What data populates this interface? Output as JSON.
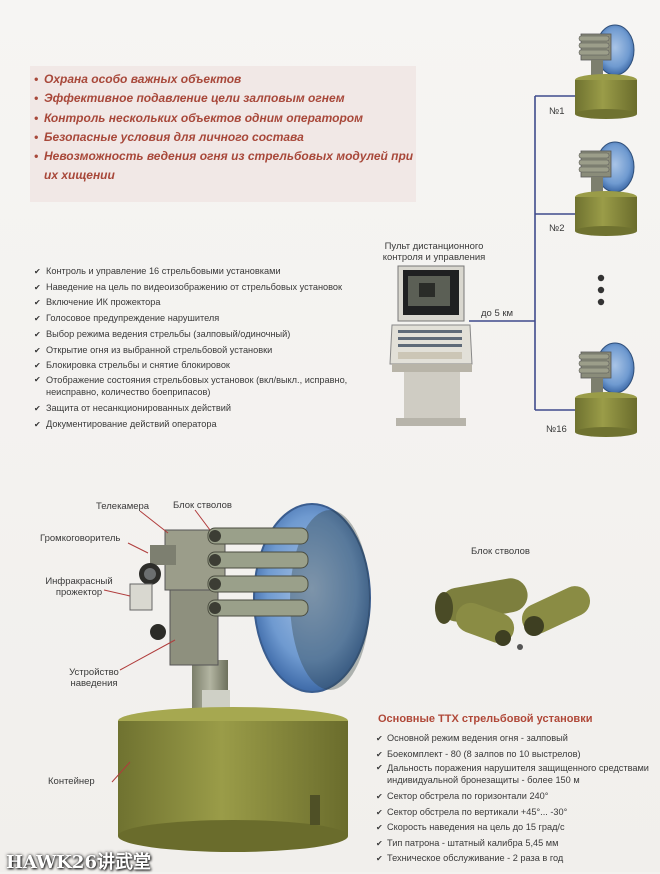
{
  "features": [
    "Охрана особо важных объектов",
    "Эффективное подавление цели залповым огнем",
    "Контроль нескольких объектов одним оператором",
    "Безопасные условия для личного состава",
    "Невозможность ведения огня из стрельбовых модулей при их хищении"
  ],
  "control_functions": [
    "Контроль и управление 16 стрельбовыми установками",
    "Наведение на цель по видеоизображению от стрельбовых установок",
    "Включение ИК прожектора",
    "Голосовое предупреждение нарушителя",
    "Выбор режима ведения стрельбы (залповый/одиночный)",
    "Открытие огня из выбранной стрельбовой установки",
    "Блокировка стрельбы и снятие блокировок",
    "Отображение состояния стрельбовых установок (вкл/выкл., исправно, неисправно, количество боеприпасов)",
    "Защита от несанкционированных действий",
    "Документирование действий оператора"
  ],
  "console": {
    "label": "Пульт дистанционного контроля и управления",
    "range": "до 5 км"
  },
  "units": [
    "№1",
    "№2",
    "№16"
  ],
  "parts": {
    "camera": "Телекамера",
    "barrels": "Блок стволов",
    "speaker": "Громкоговоритель",
    "ir": "Инфракрасный прожектор",
    "guidance": "Устройство наведения",
    "container": "Контейнер",
    "barrel_block": "Блок стволов"
  },
  "specs": {
    "title": "Основные ТТХ стрельбовой установки",
    "items": [
      "Основной режим ведения огня - залповый",
      "Боекомплект - 80 (8 залпов по 10 выстрелов)",
      "Дальность поражения нарушителя защищенного средствами индивидуальной бронезащиты - более 150 м",
      "Сектор обстрела по горизонтали 240°",
      "Сектор обстрела по вертикали +45°... -30°",
      "Скорость наведения на цель до 15 град/с",
      "Тип патрона - штатный калибра 5,45 мм",
      "Техническое обслуживание - 2 раза в год"
    ]
  },
  "watermark": "HAWK26讲武堂",
  "colors": {
    "feature_text": "#a8483a",
    "olive": "#8a8c3c",
    "radar_blue": "#6f9ad0"
  }
}
